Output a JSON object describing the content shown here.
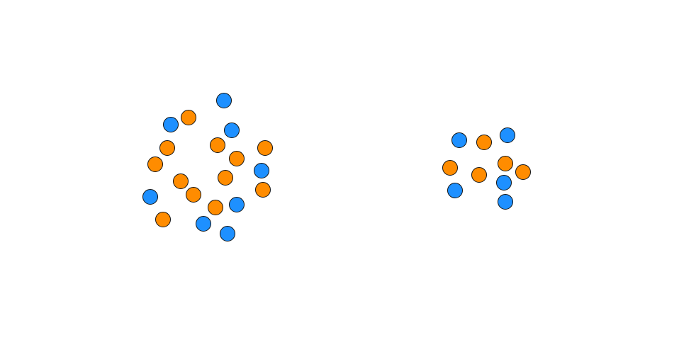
{
  "colors": {
    "background": "#ffffff",
    "blue": "#1e90ff",
    "orange": "#ff8c00",
    "outline": "#111111"
  },
  "groups": [
    {
      "name": "left-cluster",
      "dots": [
        {
          "color": "blue"
        },
        {
          "color": "orange"
        },
        {
          "color": "blue"
        },
        {
          "color": "blue"
        },
        {
          "color": "orange"
        },
        {
          "color": "orange"
        },
        {
          "color": "orange"
        },
        {
          "color": "orange"
        },
        {
          "color": "orange"
        },
        {
          "color": "orange"
        },
        {
          "color": "orange"
        },
        {
          "color": "blue"
        },
        {
          "color": "orange"
        },
        {
          "color": "orange"
        },
        {
          "color": "blue"
        },
        {
          "color": "orange"
        },
        {
          "color": "orange"
        },
        {
          "color": "blue"
        },
        {
          "color": "blue"
        },
        {
          "color": "blue"
        }
      ]
    },
    {
      "name": "right-cluster",
      "dots": [
        {
          "color": "blue"
        },
        {
          "color": "orange"
        },
        {
          "color": "blue"
        },
        {
          "color": "orange"
        },
        {
          "color": "orange"
        },
        {
          "color": "orange"
        },
        {
          "color": "orange"
        },
        {
          "color": "blue"
        },
        {
          "color": "blue"
        },
        {
          "color": "blue"
        }
      ]
    }
  ]
}
